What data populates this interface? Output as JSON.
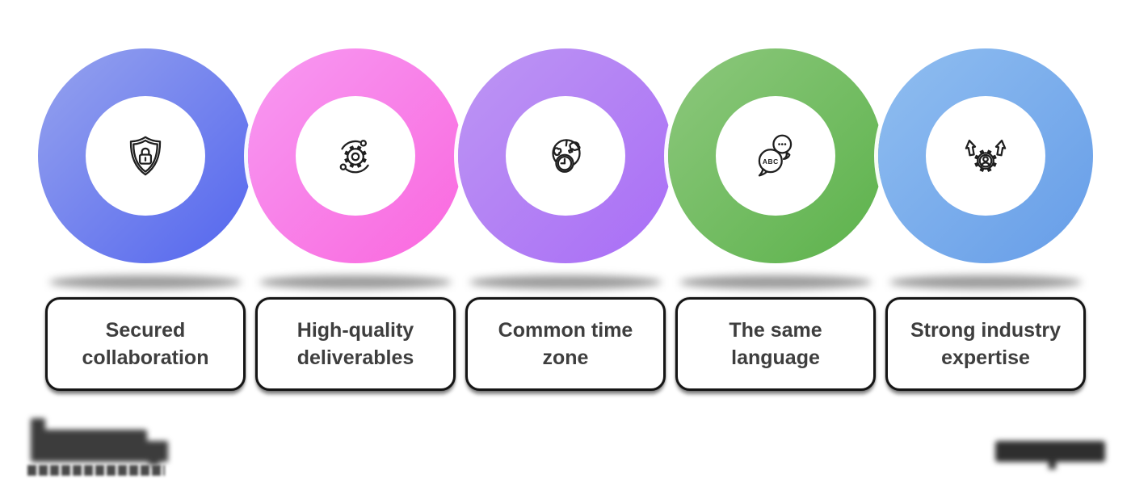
{
  "items": [
    {
      "id": "secured-collaboration",
      "icon": "shield-lock-icon",
      "lines": [
        "Secured",
        "collaboration"
      ],
      "color_start": "#96a3ee",
      "color_end": "#5365ee"
    },
    {
      "id": "high-quality-deliverables",
      "icon": "gear-orbit-icon",
      "lines": [
        "High-quality",
        "deliverables"
      ],
      "color_start": "#f79af2",
      "color_end": "#fa67de"
    },
    {
      "id": "common-time-zone",
      "icon": "globe-clock-icon",
      "lines": [
        "Common time",
        "zone"
      ],
      "color_start": "#bd96f3",
      "color_end": "#a96df6"
    },
    {
      "id": "the-same-language",
      "icon": "speech-bubbles-icon",
      "lines": [
        "The same",
        "language"
      ],
      "color_start": "#8dc87d",
      "color_end": "#5cb24b"
    },
    {
      "id": "strong-industry-expertise",
      "icon": "person-gear-arrows-icon",
      "lines": [
        "Strong industry",
        "expertise"
      ],
      "color_start": "#90bef0",
      "color_end": "#669de8"
    }
  ],
  "icon_text": {
    "abc_bubble": "ABC"
  },
  "style": {
    "background": "#ffffff",
    "label_text_color": "#3e3e3e",
    "card_border_color": "#151515",
    "icon_stroke_color": "#1f1f1f"
  },
  "footer": {
    "logo_state": "blurred",
    "watermark_state": "blurred"
  }
}
